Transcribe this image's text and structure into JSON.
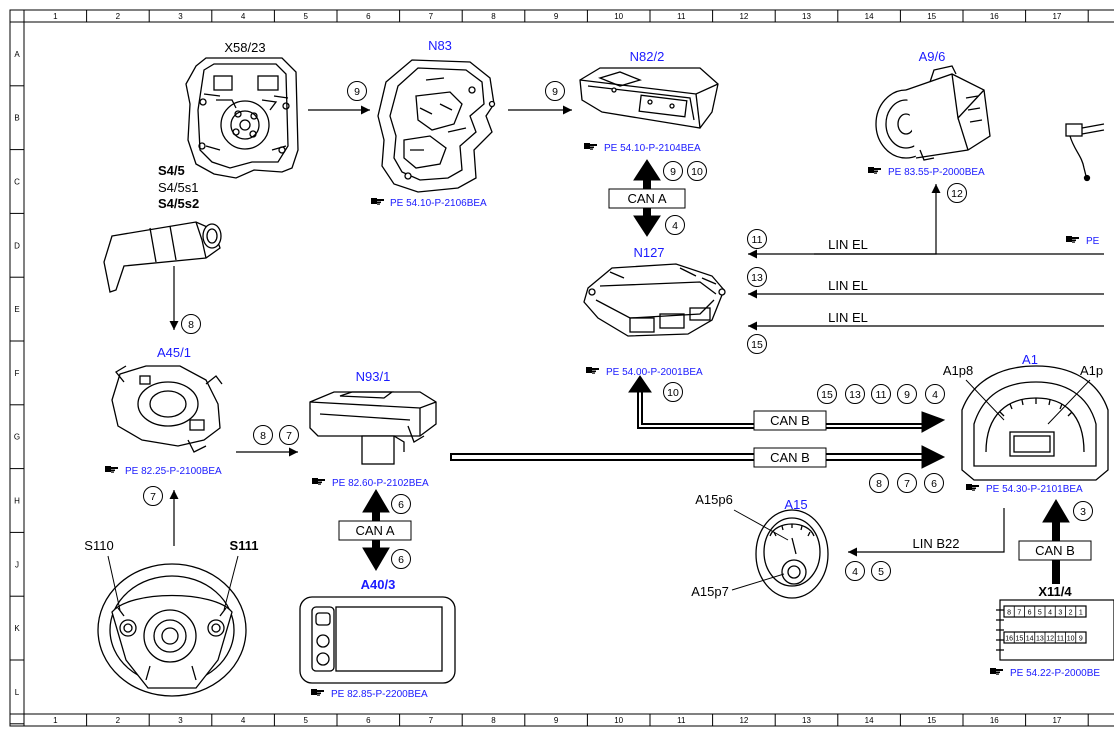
{
  "ruler": {
    "columns": [
      "1",
      "2",
      "3",
      "4",
      "5",
      "6",
      "7",
      "8",
      "9",
      "10",
      "11",
      "12",
      "13",
      "14",
      "15",
      "16",
      "17"
    ],
    "rows": [
      "A",
      "B",
      "C",
      "D",
      "E",
      "F",
      "G",
      "H",
      "J",
      "K",
      "L"
    ]
  },
  "components": {
    "x58": {
      "label": "X58/23"
    },
    "n83": {
      "label": "N83",
      "ref": "PE 54.10-P-2106BEA"
    },
    "n82": {
      "label": "N82/2",
      "ref": "PE 54.10-P-2104BEA"
    },
    "a96": {
      "label": "A9/6",
      "ref": "PE 83.55-P-2000BEA"
    },
    "right_edge_ref": "PE",
    "s45": {
      "label1": "S4/5",
      "label2": "S4/5s1",
      "label3": "S4/5s2"
    },
    "n127": {
      "label": "N127",
      "ref": "PE 54.00-P-2001BEA"
    },
    "a451": {
      "label": "A45/1",
      "ref": "PE 82.25-P-2100BEA"
    },
    "n931": {
      "label": "N93/1",
      "ref": "PE 82.60-P-2102BEA"
    },
    "a1": {
      "label": "A1",
      "p8": "A1p8",
      "p": "A1p",
      "ref": "PE 54.30-P-2101BEA"
    },
    "a15": {
      "label": "A15",
      "p6": "A15p6",
      "p7": "A15p7"
    },
    "a403": {
      "label": "A40/3",
      "ref": "PE 82.85-P-2200BEA"
    },
    "s110": {
      "label": "S110"
    },
    "s111": {
      "label": "S111"
    },
    "x114": {
      "label": "X11/4",
      "ref": "PE 54.22-P-2000BE"
    }
  },
  "connector": {
    "top_row": [
      "8",
      "7",
      "6",
      "5",
      "4",
      "3",
      "2",
      "1"
    ],
    "bottom_row": [
      "16",
      "15",
      "14",
      "13",
      "12",
      "11",
      "10",
      "9"
    ]
  },
  "buses": {
    "can_a_upper": "CAN A",
    "can_a_lower": "CAN A",
    "can_b_upper": "CAN B",
    "can_b_lower": "CAN B",
    "can_b_right": "CAN B",
    "lin_el_1": "LIN EL",
    "lin_el_2": "LIN EL",
    "lin_el_3": "LIN EL",
    "lin_b22": "LIN B22"
  },
  "signals": {
    "x58_n83": "9",
    "n83_n82": "9",
    "n82_up_a": "9",
    "n82_up_b": "10",
    "n127_down": "4",
    "lin_11": "11",
    "a96_12": "12",
    "lin_13": "13",
    "lin_15": "15",
    "s45_8": "8",
    "n127_10": "10",
    "canb_15": "15",
    "canb_13": "13",
    "canb_11": "11",
    "canb_9": "9",
    "canb_4": "4",
    "a451_8": "8",
    "a451_7": "7",
    "wheel_7": "7",
    "n931_6": "6",
    "a403_6": "6",
    "a1_8": "8",
    "a1_7": "7",
    "a1_6": "6",
    "a15_4": "4",
    "a15_5": "5",
    "x114_3": "3"
  },
  "icons": {
    "ref_marker": "pointing-hand-icon"
  }
}
